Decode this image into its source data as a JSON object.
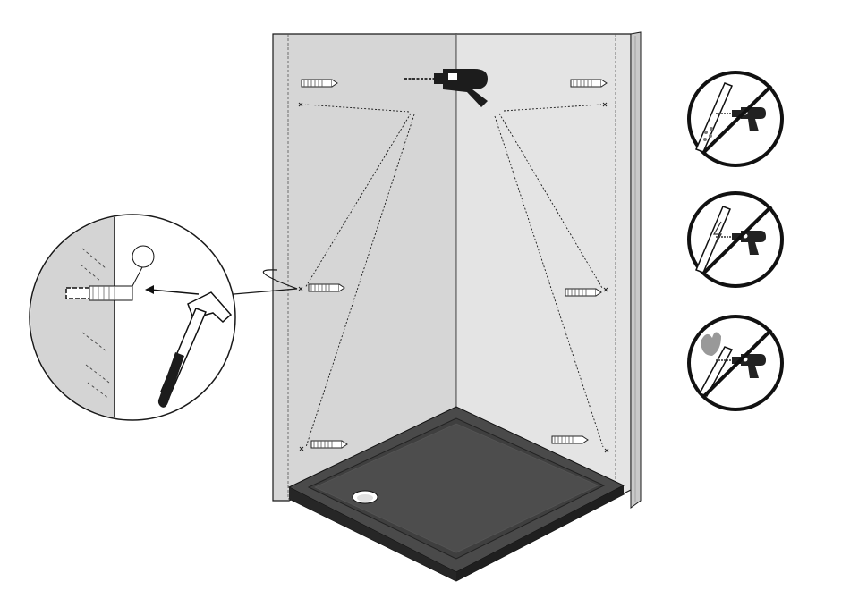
{
  "diagram": {
    "kind": "shower tray installation - drilling and inserting wall plugs",
    "steps": [
      {
        "id": "drill-holes",
        "icon": "drill-icon"
      },
      {
        "id": "insert-plugs",
        "icon": "hammer-icon"
      }
    ],
    "warnings": [
      {
        "id": "no-drill-water-pipes",
        "icon": "water-pipe-icon",
        "meaning": "prohibited"
      },
      {
        "id": "no-drill-electric-cables",
        "icon": "electric-cable-icon",
        "meaning": "prohibited"
      },
      {
        "id": "no-drill-gas-pipes",
        "icon": "gas-pipe-icon",
        "meaning": "prohibited"
      }
    ],
    "wall_plugs_count": 6,
    "colors": {
      "left_wall": "#d6d6d6",
      "right_wall": "#e4e4e4",
      "tray_top": "#4a4a4a",
      "tray_dark": "#333333",
      "line": "#1a1a1a"
    }
  }
}
